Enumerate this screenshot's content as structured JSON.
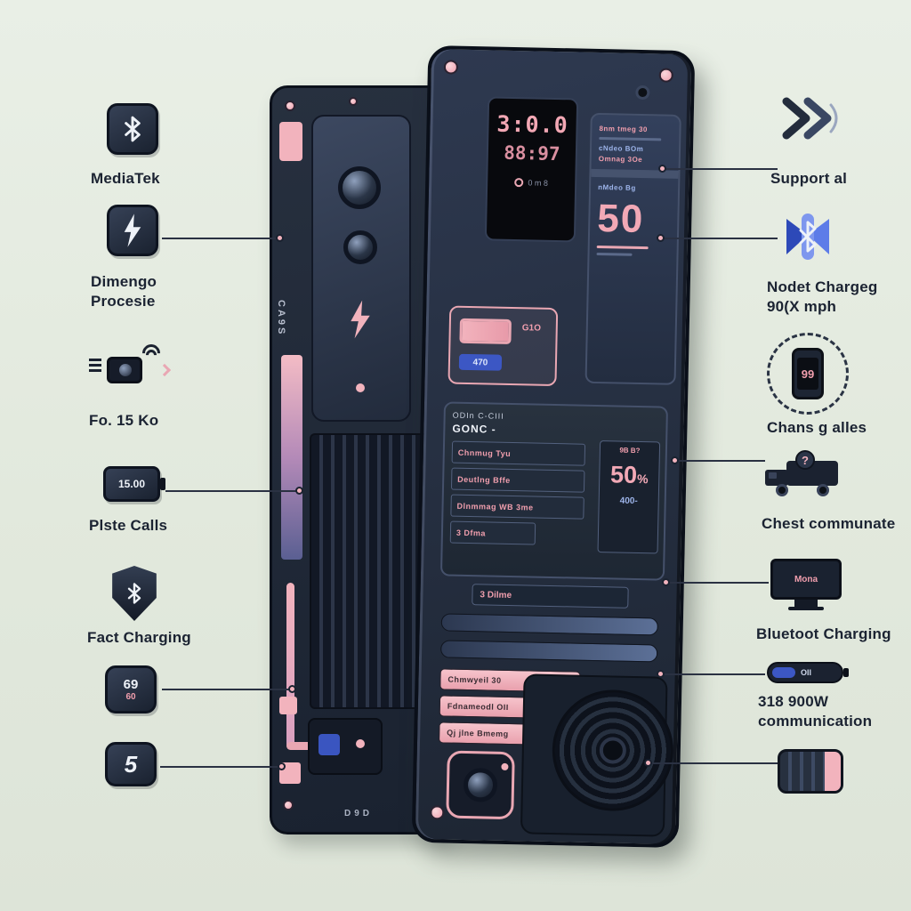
{
  "palette": {
    "dark": "#1d2533",
    "pink": "#f2b3bd",
    "pink_text": "#f19fae",
    "blue": "#3c57c4",
    "light_blue": "#9db4ea",
    "background": "#e4eadf"
  },
  "left_callouts": [
    {
      "icon": "bluetooth-icon",
      "label": "MediaTek"
    },
    {
      "icon": "lightning-icon",
      "label": "Dimengo\nProcesie"
    },
    {
      "icon": "camera-wifi-icon",
      "label": "Fo. 15 Ko"
    },
    {
      "icon": "battery-icon",
      "icon_text": "15.00",
      "label": "Plste Calls"
    },
    {
      "icon": "shield-bluetooth-icon",
      "label": "Fact Charging"
    },
    {
      "icon": "meter-icon",
      "icon_text": "69",
      "icon_subtext": "60"
    },
    {
      "icon": "five-icon",
      "icon_text": "5"
    }
  ],
  "right_callouts": [
    {
      "icon": "chevrons-icon",
      "label": "Support al"
    },
    {
      "icon": "blue-badge-icon",
      "label": "Nodet Chargeg\n90(X mph"
    },
    {
      "icon": "phone-dial-icon",
      "icon_text": "99",
      "label": "Chans g alles"
    },
    {
      "icon": "truck-icon",
      "icon_text": "?",
      "label": "Chest communate"
    },
    {
      "icon": "monitor-icon",
      "icon_text": "Mona",
      "label": "Bluetoot Charging"
    },
    {
      "icon": "battery-pill-icon",
      "icon_text": "OII",
      "label": "318 900W\ncommunication"
    },
    {
      "icon": "striped-card-icon"
    }
  ],
  "phone_front": {
    "clock": {
      "time": "3:0.0",
      "time2": "88:97",
      "meta": "0 m 8"
    },
    "notifications": {
      "lines": [
        "8nm tmeg 30",
        "cNdeo BOm",
        "Omnag 3Oe",
        "nMdeo Bg"
      ],
      "big_number": "50"
    },
    "module": {
      "tag": "G1O",
      "pill": "470"
    },
    "spec_panel": {
      "title": "ODIn C-CIII",
      "subtitle": "GONC -",
      "rows": [
        "Chnmug Tyu",
        "Deutlng Bffe",
        "Dlnmmag WB 3me",
        "3 Dfma"
      ],
      "cell_header": "9B B?",
      "cell_value": "50",
      "cell_unit": "%",
      "cell_sub": "400-"
    },
    "row_wide": "3 Dilme",
    "pills": [
      "Chmwyeil 30",
      "Fdnameodl OII",
      "Qj jlne Bmemg"
    ]
  },
  "phone_back": {
    "side_text": "CA9S",
    "bottom_text": "D9D"
  }
}
